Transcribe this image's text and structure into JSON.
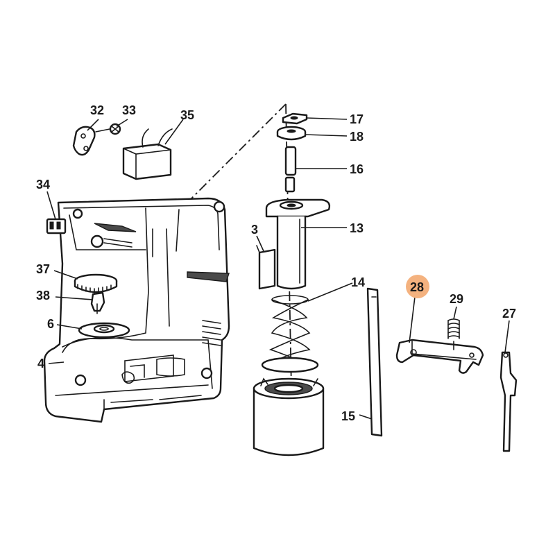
{
  "diagram": {
    "highlight_color": "#f4b27f",
    "highlighted_part": "28",
    "callouts": {
      "c32": "32",
      "c33": "33",
      "c35": "35",
      "c34": "34",
      "c37": "37",
      "c38": "38",
      "c6": "6",
      "c4": "4",
      "c17": "17",
      "c18": "18",
      "c16": "16",
      "c13": "13",
      "c3": "3",
      "c14": "14",
      "c15": "15",
      "c28": "28",
      "c29": "29",
      "c27": "27"
    }
  }
}
